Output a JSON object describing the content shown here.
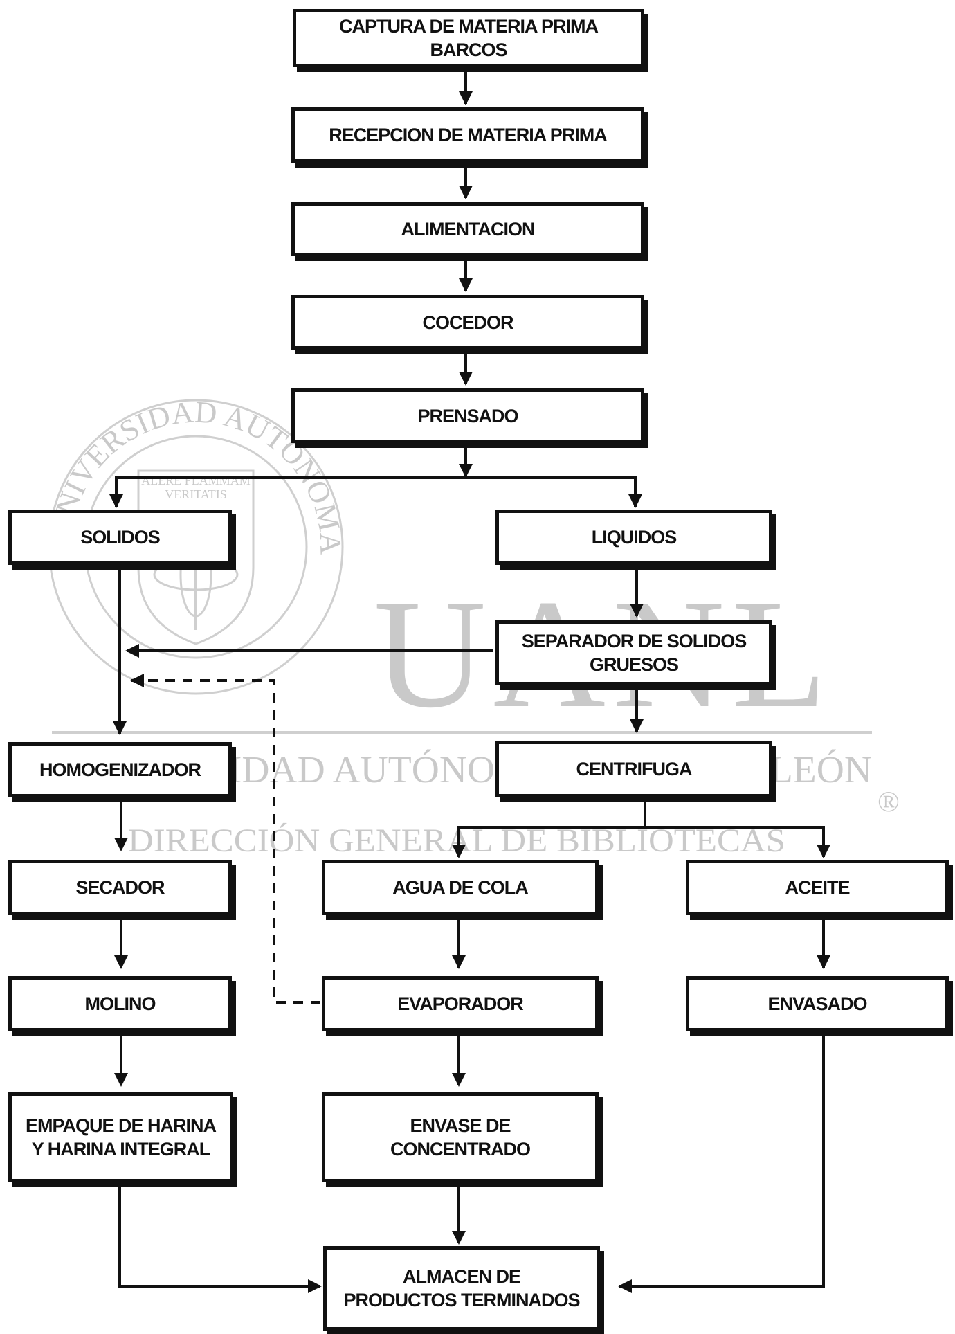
{
  "watermark": {
    "seal_ring_text": "UNIVERSIDAD AUTONOMA DE NUEVO LEON",
    "seal_motto_1": "ALERE FLAMMAM",
    "seal_motto_2": "VERITATIS",
    "logo": "UANL",
    "university": "UNIVERSIDAD AUTÓNOMA DE NUEVO LEÓN",
    "registered": "®",
    "library": "DIRECCIÓN GENERAL DE BIBLIOTECAS",
    "colors": {
      "watermark": "#c9c9c9",
      "ink": "#111111"
    }
  },
  "nodes": {
    "captura": "CAPTURA DE MATERIA PRIMA\nBARCOS",
    "recepcion": "RECEPCION DE MATERIA PRIMA",
    "alimentacion": "ALIMENTACION",
    "cocedor": "COCEDOR",
    "prensado": "PRENSADO",
    "solidos": "SOLIDOS",
    "liquidos": "LIQUIDOS",
    "separador": "SEPARADOR DE SOLIDOS\nGRUESOS",
    "homogenizador": "HOMOGENIZADOR",
    "centrifuga": "CENTRIFUGA",
    "secador": "SECADOR",
    "agua_cola": "AGUA DE COLA",
    "aceite": "ACEITE",
    "molino": "MOLINO",
    "evaporador": "EVAPORADOR",
    "envasado": "ENVASADO",
    "empaque": "EMPAQUE DE HARINA\nY HARINA INTEGRAL",
    "envase": "ENVASE DE\nCONCENTRADO",
    "almacen": "ALMACEN DE\nPRODUCTOS TERMINADOS"
  }
}
